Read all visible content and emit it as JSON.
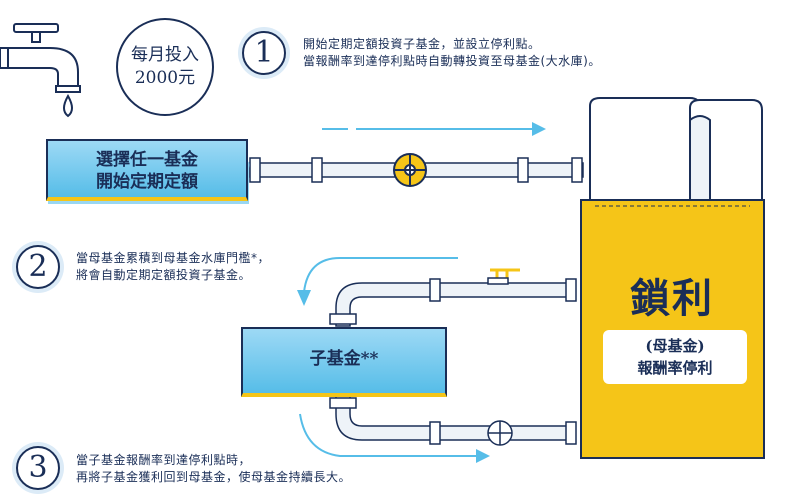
{
  "bubble": {
    "line1": "每月投入",
    "line2": "2000元"
  },
  "steps": [
    {
      "number": "1",
      "line1": "開始定期定額投資子基金，並設立停利點。",
      "line2": "當報酬率到達停利點時自動轉投資至母基金(大水庫)。"
    },
    {
      "number": "2",
      "line1": "當母基金累積到母基金水庫門檻*，",
      "line2": "將會自動定期定額投資子基金。"
    },
    {
      "number": "3",
      "line1": "當子基金報酬率到達停利點時，",
      "line2": "再將子基金獲利回到母基金，使母基金持續長大。"
    }
  ],
  "boxes": {
    "select": {
      "line1": "選擇任一基金",
      "line2": "開始定期定額"
    },
    "child": {
      "label": "子基金**"
    }
  },
  "tank": {
    "title": "鎖利",
    "sub1": "(母基金)",
    "sub2": "報酬率停利"
  },
  "colors": {
    "navy": "#1a2e57",
    "blue": "#56bde8",
    "lightblue": "#9dd9f5",
    "yellow": "#f5c518",
    "pipe": "#e6ecf2"
  }
}
